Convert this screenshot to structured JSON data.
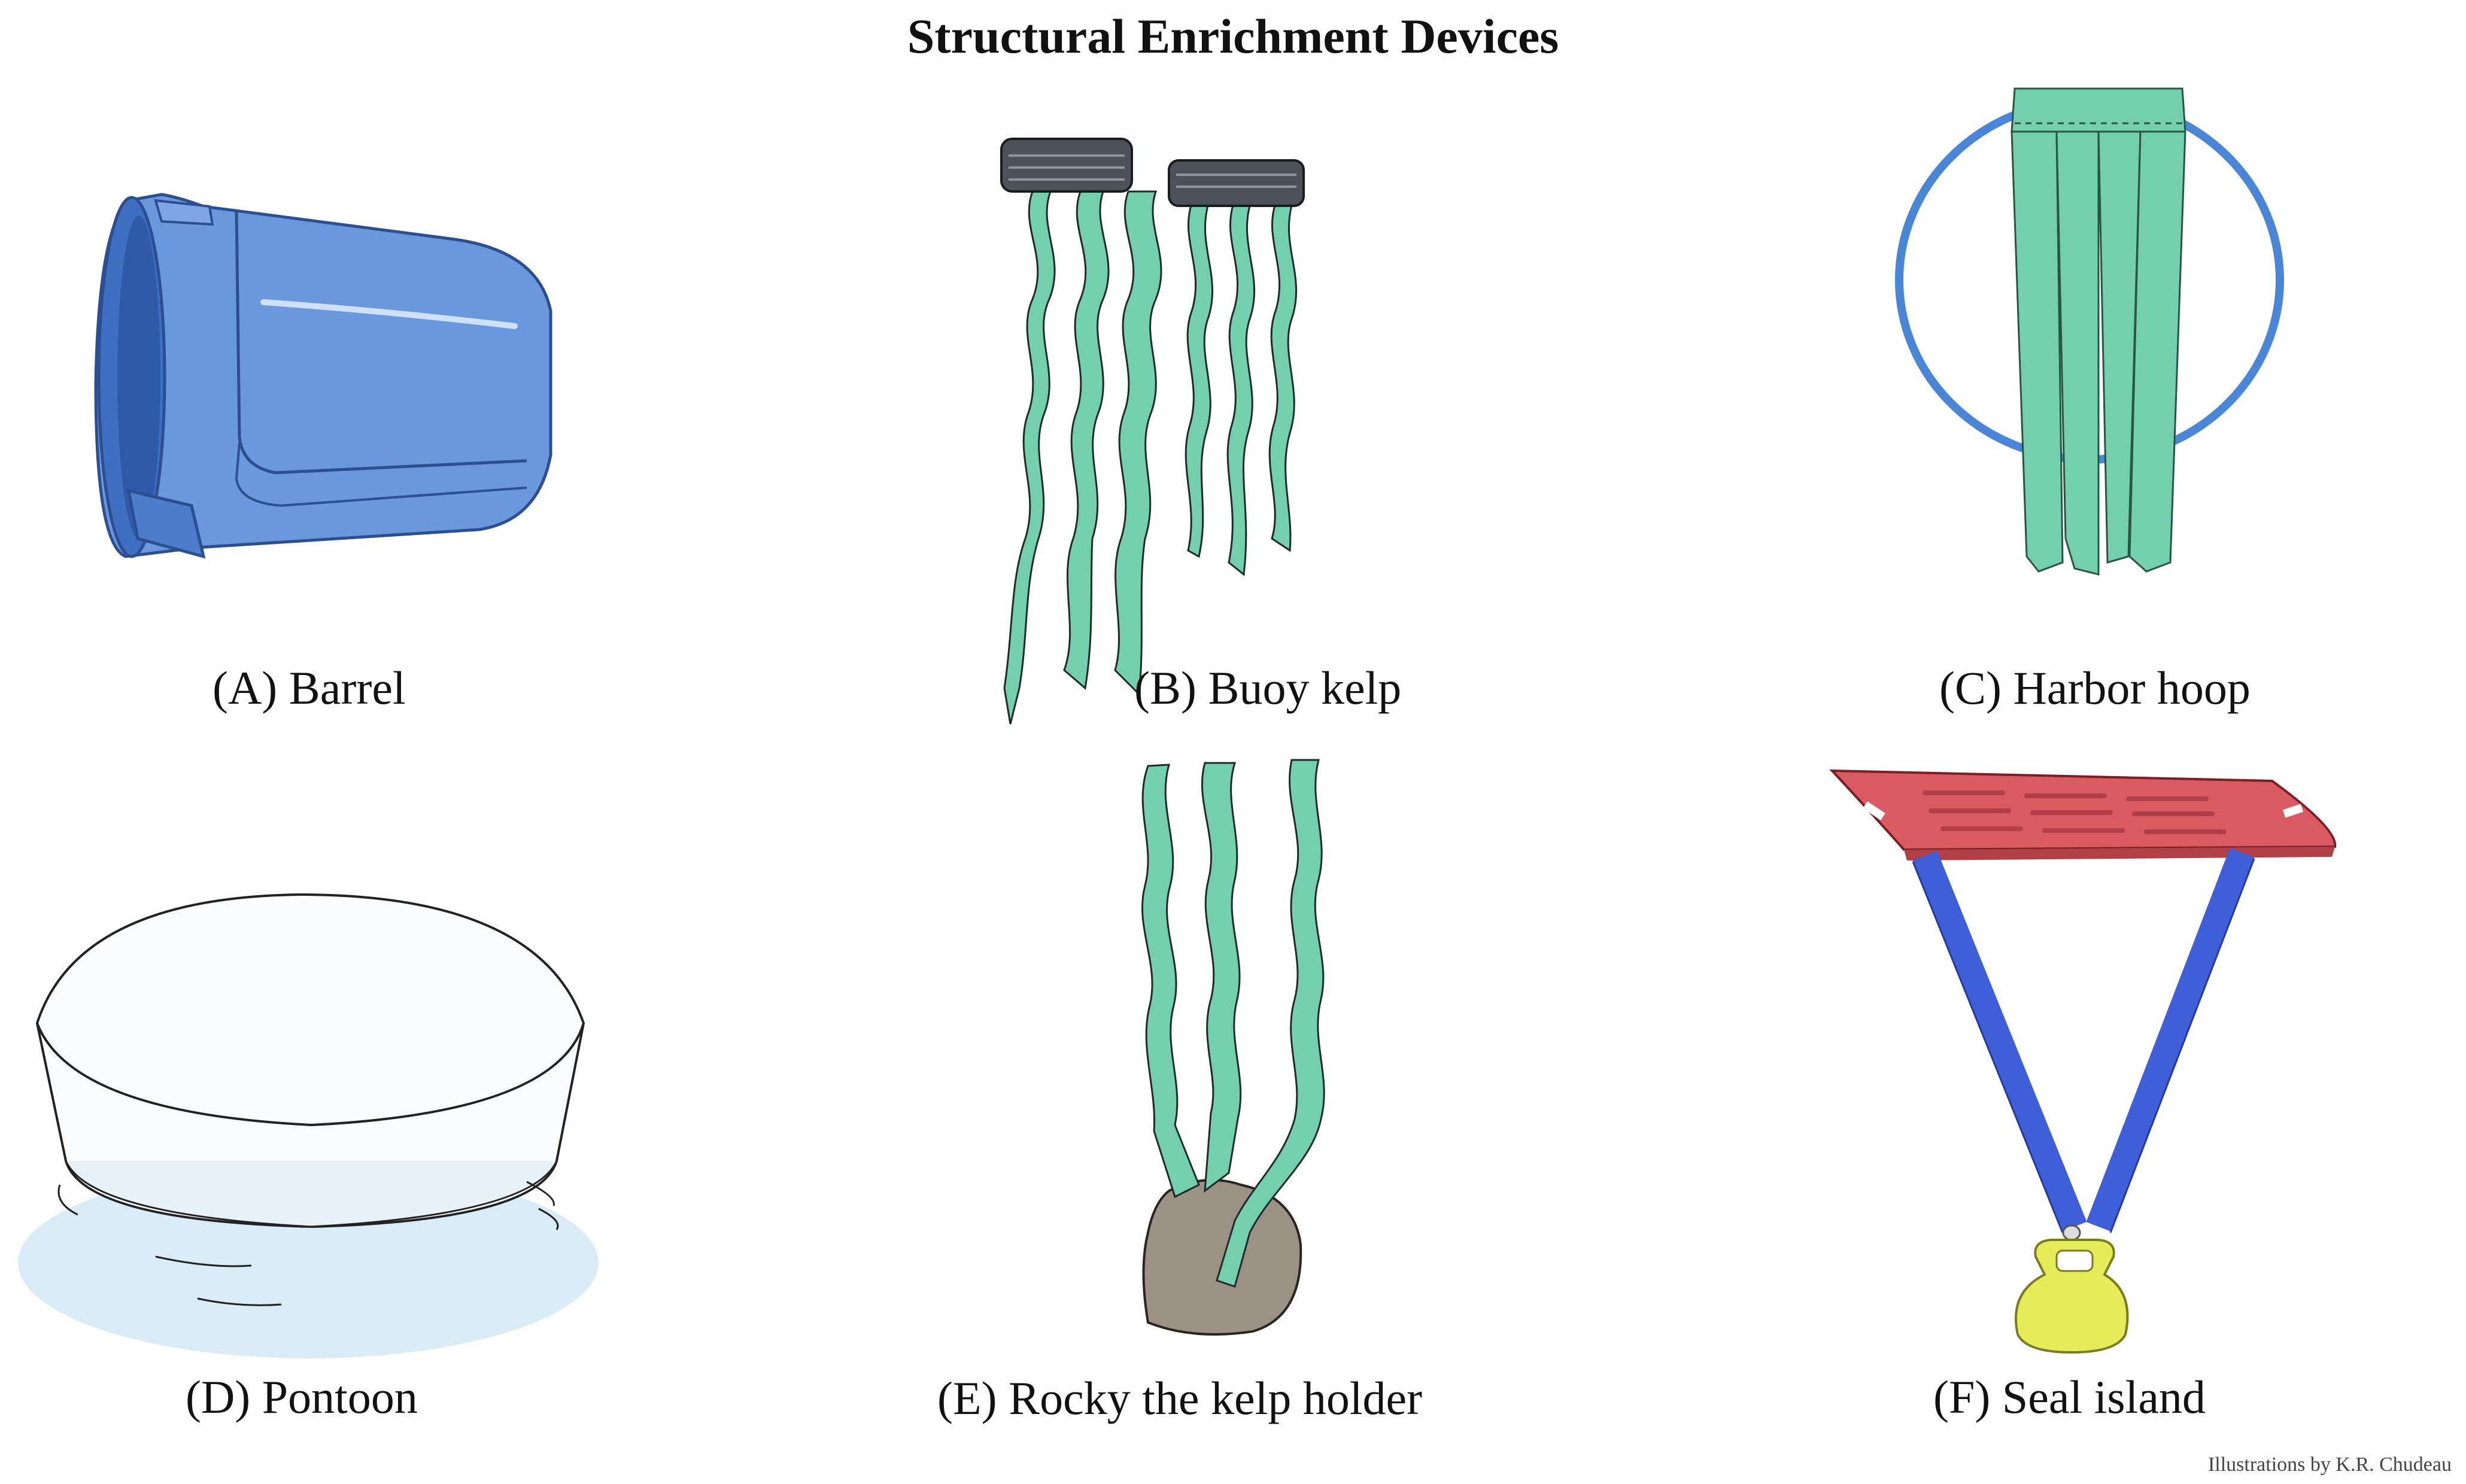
{
  "title": "Structural Enrichment Devices",
  "panels": [
    {
      "id": "A",
      "caption": "(A) Barrel"
    },
    {
      "id": "B",
      "caption": "(B) Buoy kelp"
    },
    {
      "id": "C",
      "caption": "(C) Harbor hoop"
    },
    {
      "id": "D",
      "caption": "(D) Pontoon"
    },
    {
      "id": "E",
      "caption": "(E) Rocky the kelp holder"
    },
    {
      "id": "F",
      "caption": "(F) Seal island"
    }
  ],
  "credit": "Illustrations by K.R. Chudeau",
  "colors": {
    "barrel_blue": "#6b97dc",
    "kelp_green": "#74cfae",
    "hoop_blue": "#4a86d8",
    "pontoon_white": "#fbfcfe",
    "water_blue": "#cfe6f2",
    "rock_gray": "#9b9184",
    "island_red": "#d95a60",
    "strap_blue": "#3f5fd8",
    "kettlebell_yellow": "#e4ec5a",
    "buoy_gray": "#4c5257"
  }
}
